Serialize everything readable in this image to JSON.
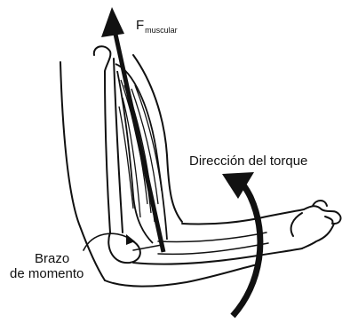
{
  "labels": {
    "force": "F",
    "force_subscript": "muscular",
    "torque_direction": "Dirección del torque",
    "moment_arm_line1": "Brazo",
    "moment_arm_line2": "de momento"
  },
  "colors": {
    "ink": "#111111",
    "background": "#ffffff"
  }
}
